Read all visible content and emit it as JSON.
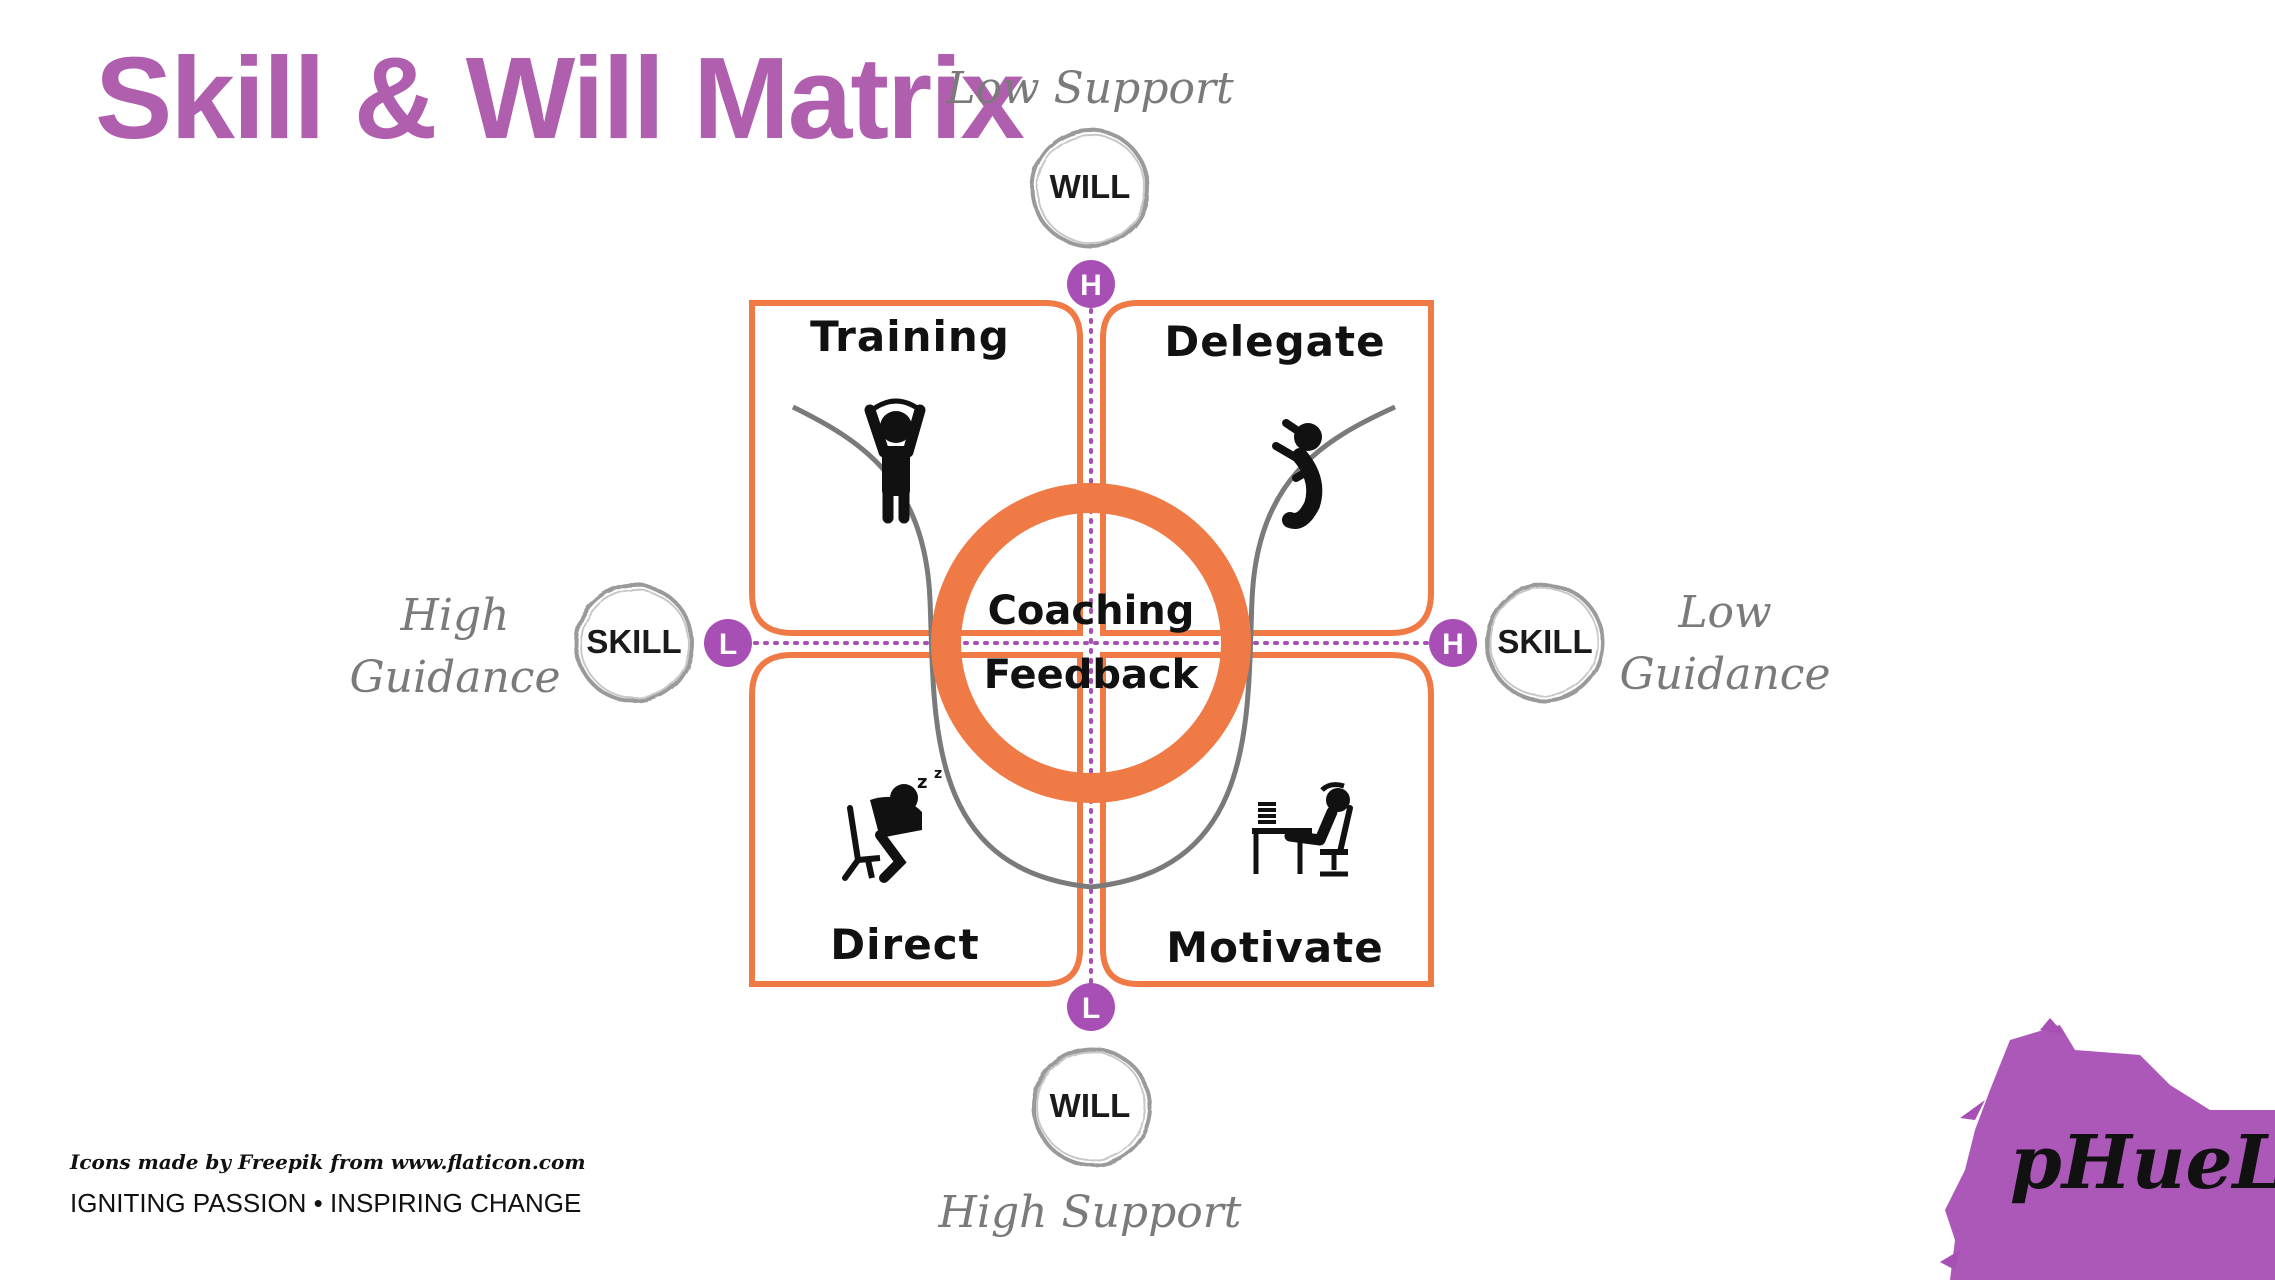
{
  "title": "Skill & Will Matrix",
  "axes": {
    "top": "Low Support",
    "bottom": "High Support",
    "left_line1": "High",
    "left_line2": "Guidance",
    "right_line1": "Low",
    "right_line2": "Guidance"
  },
  "axis_tags": {
    "top": "WILL",
    "bottom": "WILL",
    "left": "SKILL",
    "right": "SKILL"
  },
  "markers": {
    "top": "H",
    "bottom": "L",
    "left": "L",
    "right": "H"
  },
  "quadrants": {
    "top_left": "Training",
    "top_right": "Delegate",
    "bottom_left": "Direct",
    "bottom_right": "Motivate"
  },
  "hub": {
    "line1": "Coaching",
    "line2": "Feedback"
  },
  "footer": {
    "credit": "Icons made by Freepik from www.flaticon.com",
    "tagline": "IGNITING PASSION • INSPIRING CHANGE",
    "brand": "pHueL"
  },
  "colors": {
    "accent_orange": "#f07a45",
    "accent_purple": "#a84fb5",
    "title_purple": "#b05fae",
    "curve_gray": "#7a7a7a",
    "label_gray": "#7a7a7a"
  },
  "icons": {
    "top_left": "person-arms-raised-icon",
    "top_right": "person-jumping-icon",
    "bottom_left": "person-sleeping-at-desk-icon",
    "bottom_right": "person-relaxing-at-desk-icon"
  }
}
